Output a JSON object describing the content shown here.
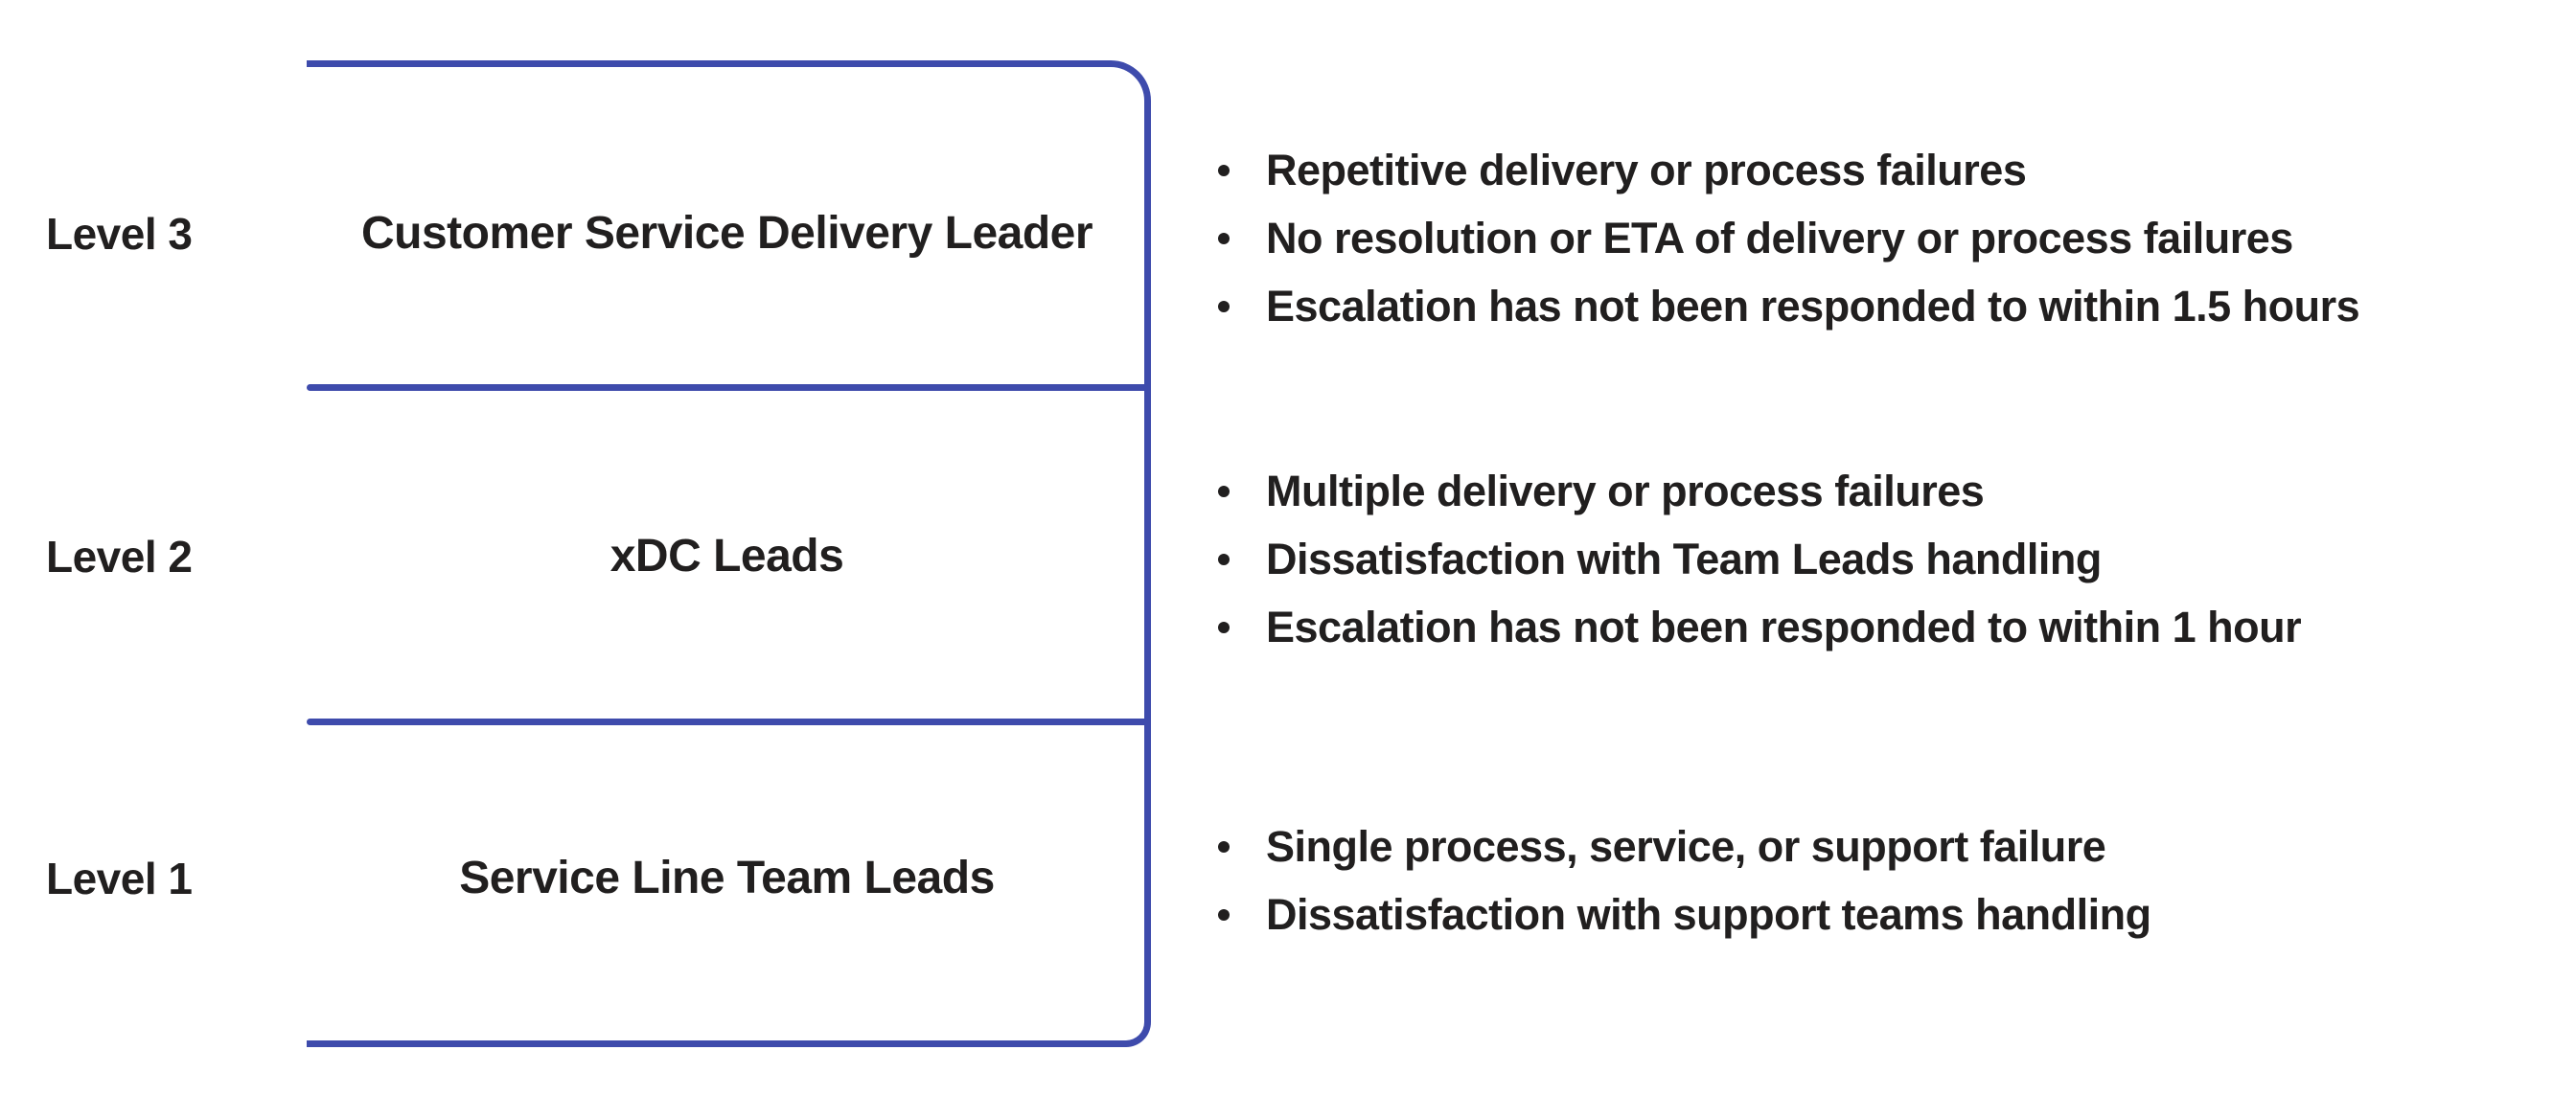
{
  "colors": {
    "accent": "#3E4BAC",
    "text": "#211F1F"
  },
  "levels": [
    {
      "label": "Level 3",
      "title": "Customer Service Delivery Leader",
      "bullets": [
        "Repetitive delivery or process failures",
        "No resolution or ETA of delivery or process failures",
        "Escalation has not been responded to within 1.5 hours"
      ]
    },
    {
      "label": "Level 2",
      "title": "xDC Leads",
      "bullets": [
        "Multiple delivery or process failures",
        "Dissatisfaction with Team Leads handling",
        "Escalation has not been responded to within 1 hour"
      ]
    },
    {
      "label": "Level 1",
      "title": "Service Line Team Leads",
      "bullets": [
        "Single process, service, or support failure",
        "Dissatisfaction with support teams handling"
      ]
    }
  ]
}
